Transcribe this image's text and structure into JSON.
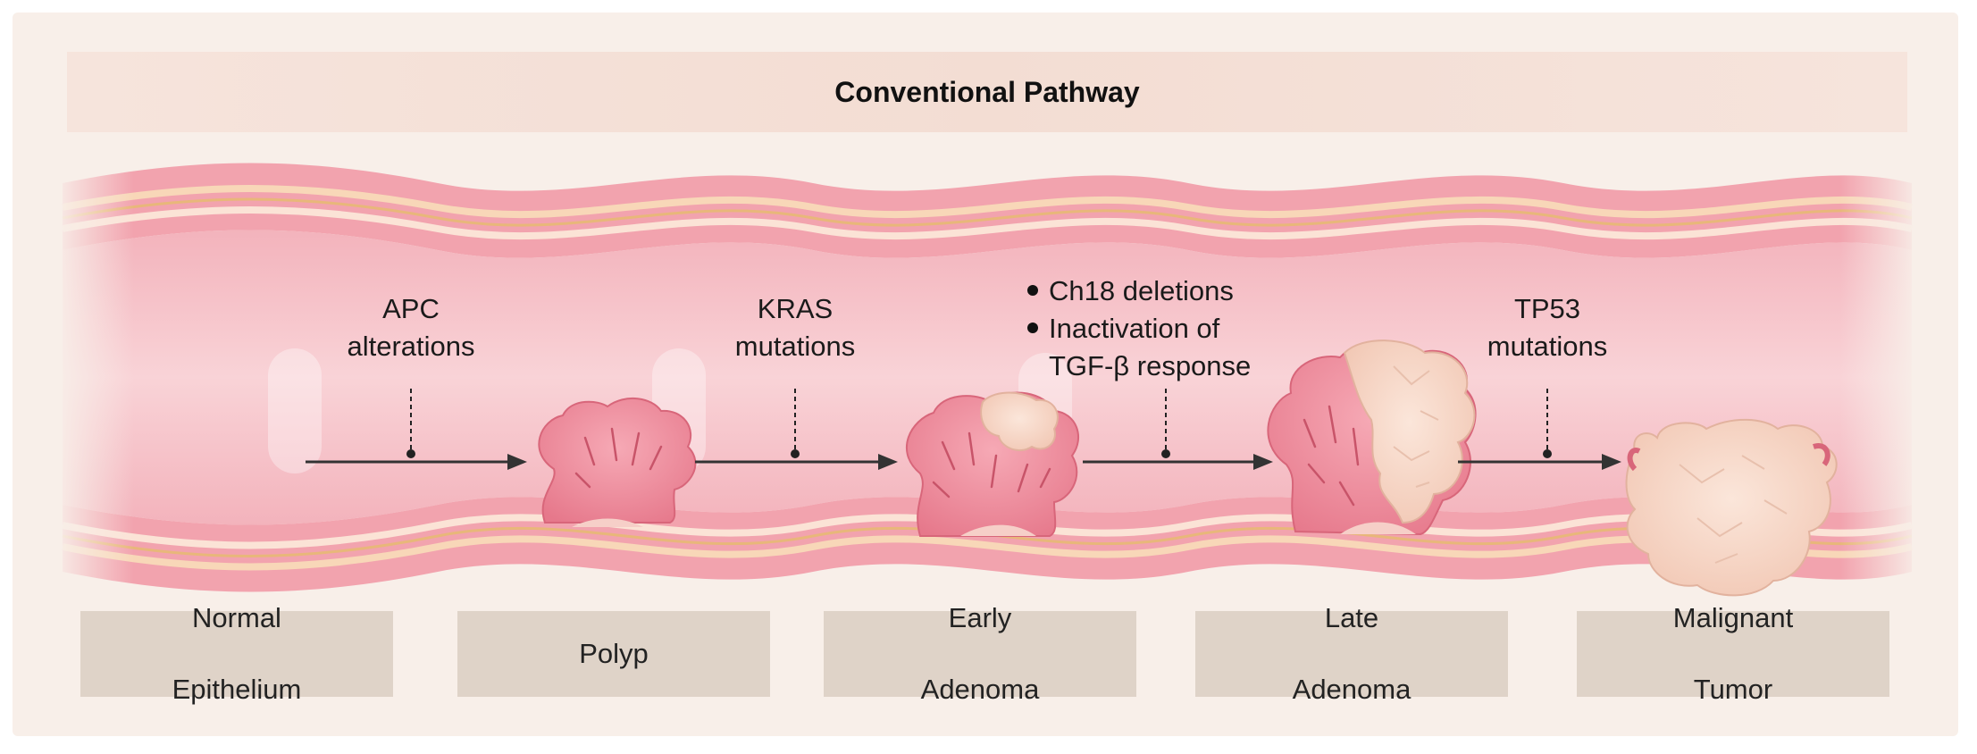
{
  "title": "Conventional Pathway",
  "transitions": [
    {
      "id": "apc",
      "lines": [
        "APC",
        "alterations"
      ]
    },
    {
      "id": "kras",
      "lines": [
        "KRAS",
        "mutations"
      ]
    },
    {
      "id": "ch18",
      "bullets": [
        [
          "Ch18 deletions"
        ],
        [
          "Inactivation of",
          "TGF-β response"
        ]
      ]
    },
    {
      "id": "tp53",
      "lines": [
        "TP53",
        "mutations"
      ]
    }
  ],
  "stages": [
    {
      "id": "normal",
      "lines": [
        "Normal",
        "Epithelium"
      ]
    },
    {
      "id": "polyp",
      "lines": [
        "Polyp"
      ]
    },
    {
      "id": "early",
      "lines": [
        "Early",
        "Adenoma"
      ]
    },
    {
      "id": "late",
      "lines": [
        "Late",
        "Adenoma"
      ]
    },
    {
      "id": "malignant",
      "lines": [
        "Malignant",
        "Tumor"
      ]
    }
  ],
  "colors": {
    "background": "#f8efe9",
    "banner": "#f3ddd3",
    "stage_box": "#dfd3c8",
    "tissue_outer": "#f09aa6",
    "tissue_lumen": "#f7c6cc",
    "serosa_band": "#f5d9a4",
    "polyp": "#ef8a9a",
    "tumor": "#f7d8c8",
    "arrow": "#333333"
  }
}
